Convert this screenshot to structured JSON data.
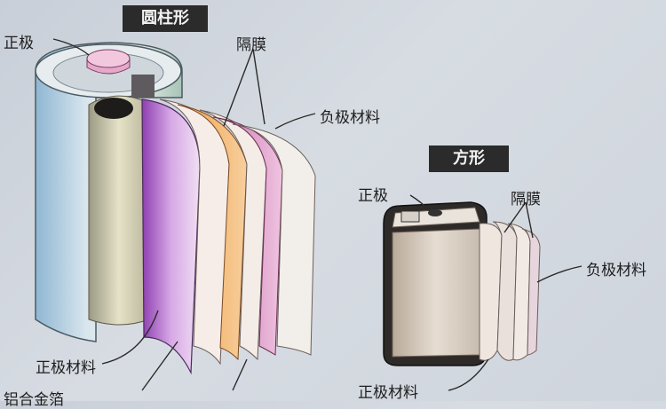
{
  "cylindrical": {
    "title": "圆柱形",
    "labels": {
      "positive_terminal": "正极",
      "separator": "隔膜",
      "negative_material": "负极材料",
      "positive_material": "正极材料",
      "aluminum_foil_partial": "铝合金箔"
    }
  },
  "prismatic": {
    "title": "方形",
    "labels": {
      "positive_terminal": "正极",
      "separator": "隔膜",
      "negative_material": "负极材料",
      "positive_material": "正极材料"
    }
  }
}
